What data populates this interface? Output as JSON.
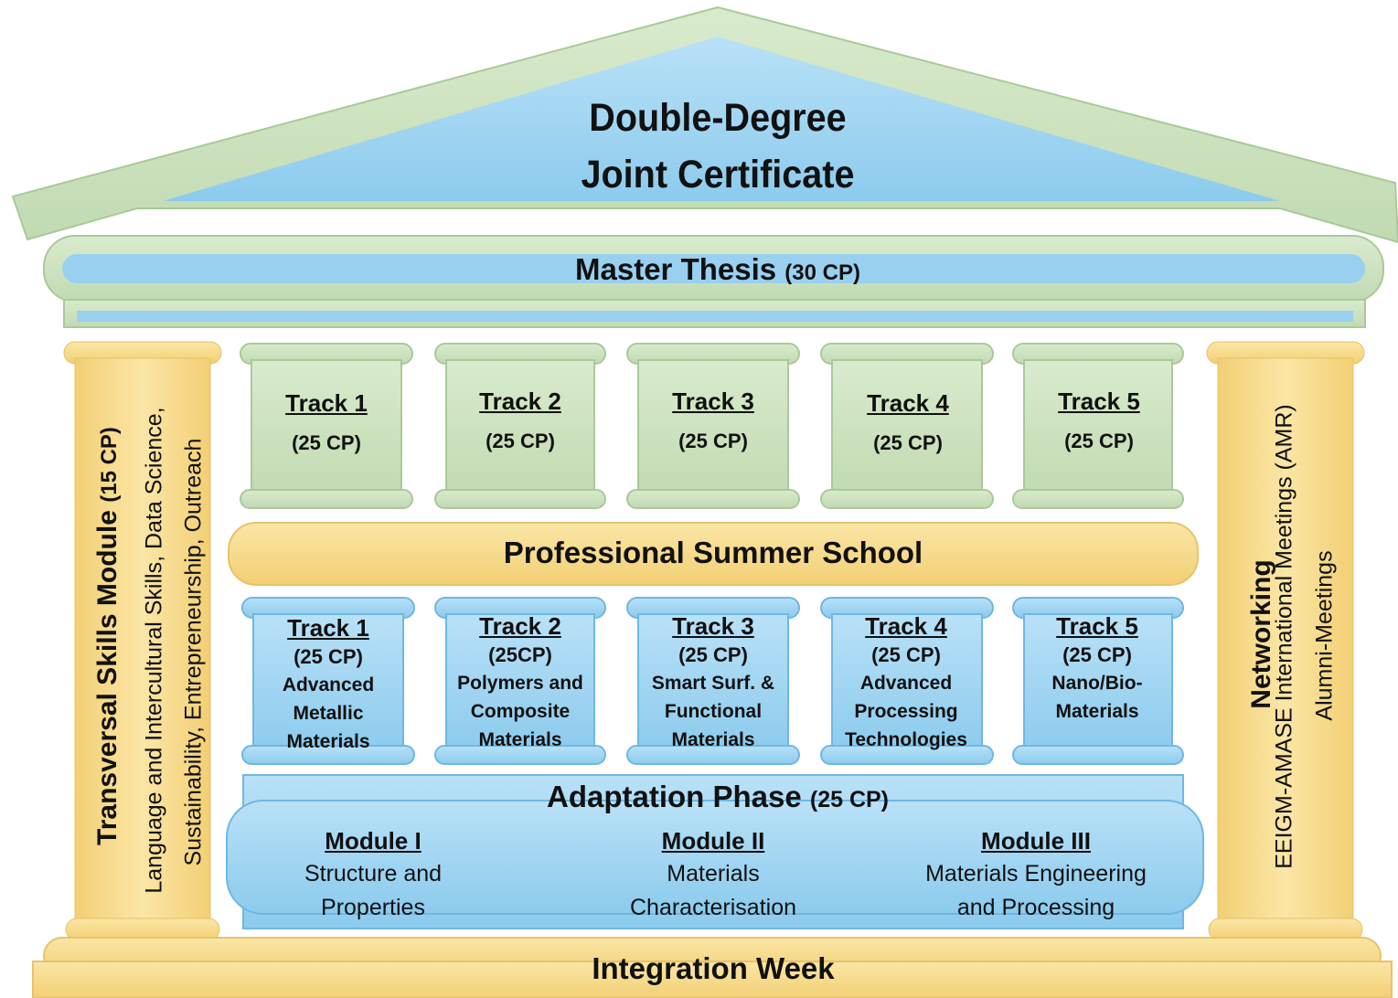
{
  "roof": {
    "line1": "Double-Degree",
    "line2": "Joint Certificate"
  },
  "thesis": {
    "label": "Master Thesis",
    "cp": "(30 CP)"
  },
  "upper_tracks": [
    {
      "label": "Track 1",
      "cp": "(25 CP)"
    },
    {
      "label": "Track 2",
      "cp": "(25 CP)"
    },
    {
      "label": "Track 3",
      "cp": "(25 CP)"
    },
    {
      "label": "Track 4",
      "cp": "(25 CP)"
    },
    {
      "label": "Track 5",
      "cp": "(25 CP)"
    }
  ],
  "summer_school": "Professional Summer School",
  "lower_tracks": [
    {
      "label": "Track 1",
      "cp": "(25 CP)",
      "desc": [
        "Advanced",
        "Metallic",
        "Materials"
      ]
    },
    {
      "label": "Track 2",
      "cp": "(25CP)",
      "desc": [
        "Polymers and",
        "Composite",
        "Materials"
      ]
    },
    {
      "label": "Track 3",
      "cp": "(25 CP)",
      "desc": [
        "Smart Surf. &",
        "Functional",
        "Materials"
      ]
    },
    {
      "label": "Track 4",
      "cp": "(25 CP)",
      "desc": [
        "Advanced",
        "Processing",
        "Technologies"
      ]
    },
    {
      "label": "Track 5",
      "cp": "(25 CP)",
      "desc": [
        "Nano/Bio-",
        "Materials"
      ]
    }
  ],
  "adaptation": {
    "title": "Adaptation Phase",
    "cp": "(25 CP)",
    "modules": [
      {
        "name": "Module I",
        "desc": [
          "Structure and",
          "Properties"
        ]
      },
      {
        "name": "Module II",
        "desc": [
          "Materials",
          "Characterisation"
        ]
      },
      {
        "name": "Module III",
        "desc": [
          "Materials Engineering",
          "and Processing"
        ]
      }
    ]
  },
  "transversal": {
    "title": "Transversal Skills Module",
    "cp": "(15 CP)",
    "line1": "Language and Intercultural Skills, Data Science,",
    "line2": "Sustainability, Entrepreneurship, Outreach"
  },
  "networking": {
    "title": "Networking",
    "line1": "EEIGM-AMASE International Meetings (AMR)",
    "line2": "Alumni-Meetings"
  },
  "integration": "Integration Week",
  "colors": {
    "green": "#cde2c0",
    "green_edge": "#a9c99a",
    "blue": "#a8d8f3",
    "blue_edge": "#6fb7e3",
    "yellow": "#f8dc8c",
    "yellow_edge": "#e8c26a"
  }
}
